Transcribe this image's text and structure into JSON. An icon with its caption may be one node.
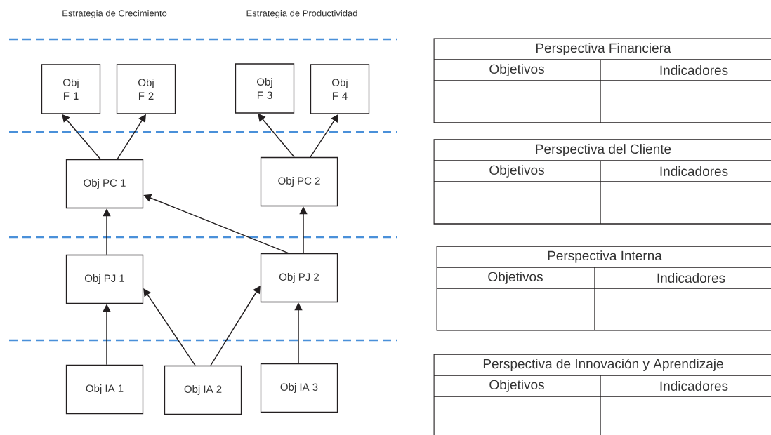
{
  "diagram": {
    "nodes": [
      {
        "text": [
          "Obj F 1"
        ]
      },
      {
        "text": [
          "Obj F 2"
        ]
      },
      {
        "text": [
          "Obj F 3"
        ]
      },
      {
        "text": [
          "Obj F 4"
        ]
      },
      {
        "text": [
          "Obj PC 1"
        ]
      },
      {
        "text": [
          "Obj PC 2"
        ]
      },
      {
        "text": [
          "Obj PJ 1"
        ]
      },
      {
        "text": [
          "Obj PJ 2"
        ]
      },
      {
        "text": [
          "Obj IA 1"
        ]
      },
      {
        "text": [
          "Obj IA 2"
        ]
      },
      {
        "text": [
          "Obj IA 3"
        ]
      }
    ],
    "edges": [
      {
        "from": 4,
        "to": 0,
        "arrow": "to"
      },
      {
        "from": 4,
        "to": 1,
        "arrow": "to"
      },
      {
        "from": 5,
        "to": 2,
        "arrow": "to"
      },
      {
        "from": 5,
        "to": 3,
        "arrow": "to"
      },
      {
        "from": 6,
        "to": 4,
        "arrow": "to"
      },
      {
        "from": 7,
        "to": 4,
        "arrow": "to"
      },
      {
        "from": 7,
        "to": 5,
        "arrow": "to"
      },
      {
        "from": 8,
        "to": 6,
        "arrow": "to"
      },
      {
        "from": 9,
        "to": 6,
        "arrow": "to"
      },
      {
        "from": 9,
        "to": 7,
        "arrow": "to"
      },
      {
        "from": 10,
        "to": 7,
        "arrow": "to"
      }
    ],
    "labels": [
      "Estrategia de Crecimiento",
      "Estrategia de Productividad",
      "Perspectiva Financiera",
      "Objetivos",
      "Indicadores",
      "Perspectiva del Cliente",
      "Objetivos",
      "Indicadores",
      "Perspectiva Interna",
      "Objetivos",
      "Indicadores",
      "Perspectiva de Innovación y Aprendizaje",
      "Objetivos",
      "Indicadores"
    ]
  }
}
